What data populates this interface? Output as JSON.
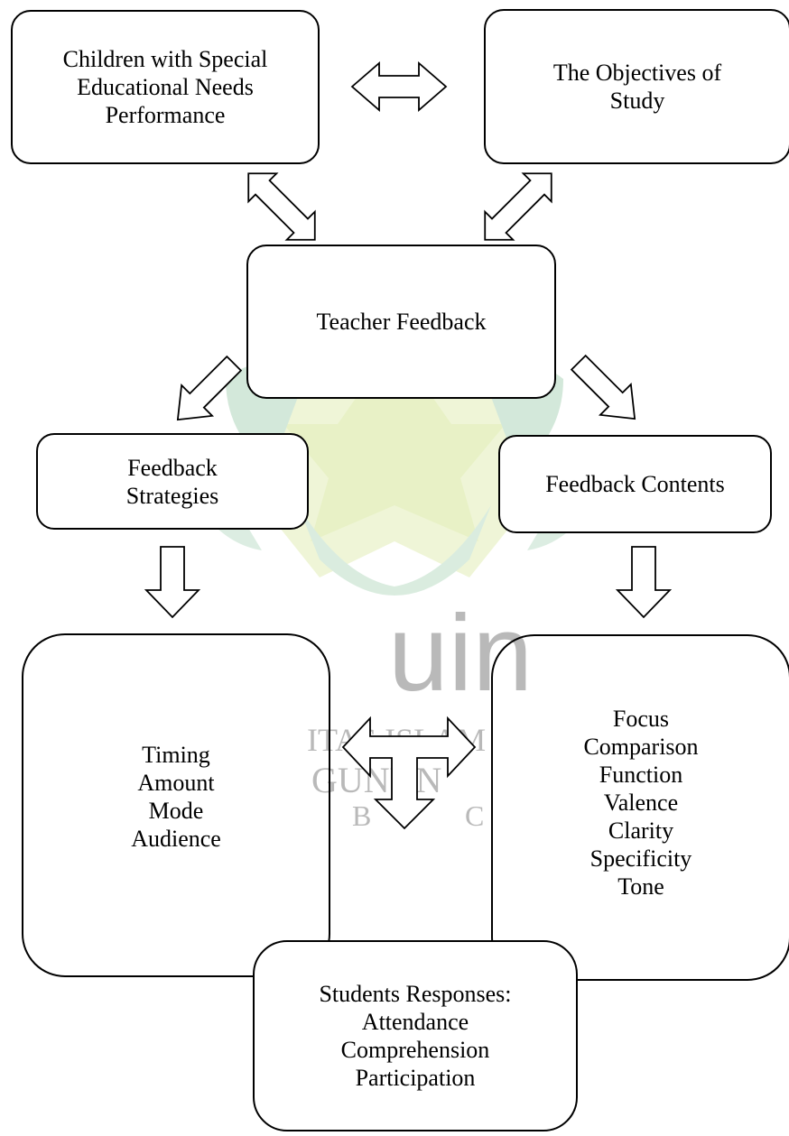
{
  "diagram": {
    "nodes": {
      "children_performance": {
        "lines": [
          "Children with Special",
          "Educational Needs",
          "Performance"
        ]
      },
      "objectives": {
        "lines": [
          "The Objectives of",
          "Study"
        ]
      },
      "teacher_feedback": {
        "lines": [
          "Teacher Feedback"
        ]
      },
      "feedback_strategies": {
        "lines": [
          "Feedback",
          "Strategies"
        ]
      },
      "feedback_contents": {
        "lines": [
          "Feedback Contents"
        ]
      },
      "strategies_list": {
        "lines": [
          "Timing",
          "Amount",
          "Mode",
          "Audience"
        ]
      },
      "contents_list": {
        "lines": [
          "Focus",
          "Comparison",
          "Function",
          "Valence",
          "Clarity",
          "Specificity",
          "Tone"
        ]
      },
      "student_responses": {
        "lines": [
          "Students Responses:",
          "Attendance",
          "Comprehension",
          "Participation"
        ]
      }
    },
    "watermark": {
      "logo_text": "uin",
      "line1": "ITAS ISLAM",
      "line2": "GUNUN",
      "line3": "B",
      "line3b": "C"
    },
    "colors": {
      "stroke": "#000000",
      "fill": "#ffffff",
      "watermark_green": "#c7e3cf",
      "watermark_yellow": "#eaf2c6",
      "watermark_gray": "#bdbdbd"
    }
  }
}
